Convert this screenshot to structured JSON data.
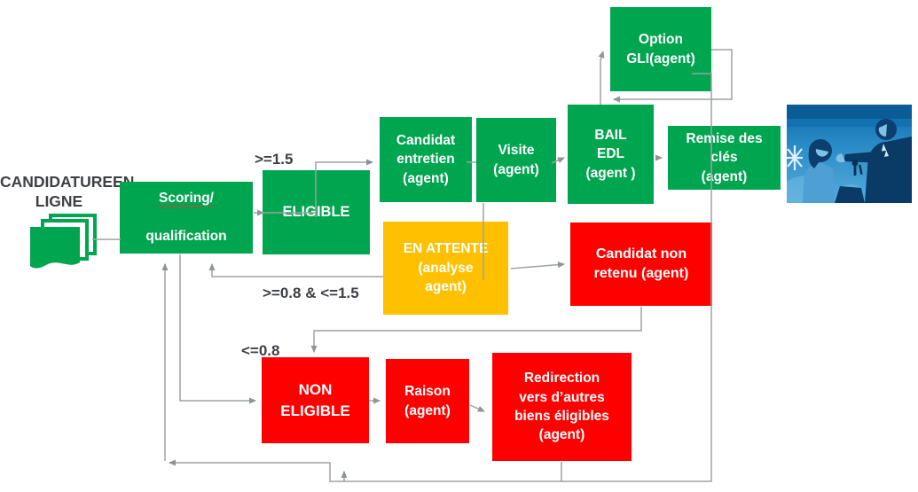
{
  "title": {
    "line1": "CANDIDATURE",
    "line2": "EN LIGNE"
  },
  "nodes": {
    "scoring": {
      "label_line1": "Scoring/",
      "label_line2": "qualification",
      "status": "green"
    },
    "eligible": {
      "label": "ELIGIBLE",
      "status": "green"
    },
    "candidat_entretien": {
      "label": "Candidat\nentretien\n(agent)",
      "status": "green"
    },
    "visite": {
      "label": "Visite\n(agent)",
      "status": "green"
    },
    "bail_edl": {
      "label": "BAIL\nEDL\n(agent )",
      "status": "green"
    },
    "option_gli": {
      "label": "Option\nGLI(agent)",
      "status": "green"
    },
    "remise_cles": {
      "label": "Remise des\nclés\n(agent)",
      "status": "green"
    },
    "en_attente": {
      "label": "EN ATTENTE\n(analyse\nagent)",
      "status": "yellow"
    },
    "candidat_non_retenu": {
      "label": "Candidat non\nretenu (agent)",
      "status": "red"
    },
    "non_eligible": {
      "label": "NON\nELIGIBLE",
      "status": "red"
    },
    "raison": {
      "label": "Raison\n(agent)",
      "status": "red"
    },
    "redirection": {
      "label": "Redirection\nvers d’autres\nbiens éligibles\n(agent)",
      "status": "red"
    }
  },
  "edge_labels": {
    "score_high": ">=1.5",
    "score_mid": ">=0.8 & <=1.5",
    "score_low": "<=0.8"
  },
  "colors": {
    "green": "#00A550",
    "yellow": "#FFC000",
    "red": "#FF0000",
    "connector": "#9DA39E",
    "labeltext": "#3E4046"
  }
}
